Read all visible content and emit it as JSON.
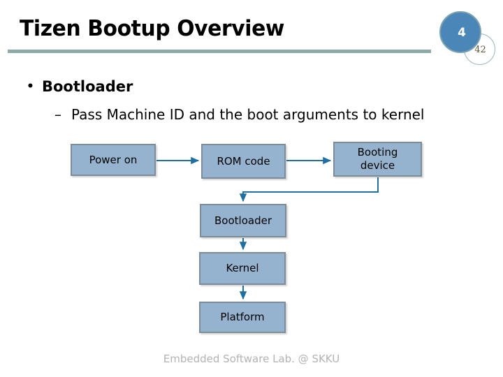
{
  "slide": {
    "title": "Tizen Bootup Overview",
    "accent_rule_color": "#8fa8a8",
    "background_color": "#ffffff"
  },
  "badge": {
    "large_number": "4",
    "small_number": "42",
    "large_color": "#4a86b8",
    "small_color": "#ffffff"
  },
  "bullets": {
    "level1": {
      "marker": "•",
      "text": "Bootloader"
    },
    "level2": {
      "marker": "–",
      "text": "Pass Machine ID and the boot arguments to kernel"
    }
  },
  "diagram": {
    "type": "flowchart",
    "node_fill": "#95b3ce",
    "node_border": "#7c8c99",
    "connector_color": "#1f6fa0",
    "nodes": [
      {
        "id": "power-on",
        "label": "Power on"
      },
      {
        "id": "rom-code",
        "label": "ROM code"
      },
      {
        "id": "booting",
        "label_line1": "Booting",
        "label_line2": "device"
      },
      {
        "id": "bootloader",
        "label": "Bootloader"
      },
      {
        "id": "kernel",
        "label": "Kernel"
      },
      {
        "id": "platform",
        "label": "Platform"
      }
    ],
    "edges": [
      {
        "from": "power-on",
        "to": "rom-code",
        "style": "straight-right"
      },
      {
        "from": "rom-code",
        "to": "booting",
        "style": "straight-right"
      },
      {
        "from": "booting",
        "to": "bootloader",
        "style": "elbow-down-left"
      },
      {
        "from": "bootloader",
        "to": "kernel",
        "style": "straight-down"
      },
      {
        "from": "kernel",
        "to": "platform",
        "style": "straight-down"
      }
    ]
  },
  "footer": {
    "text": "Embedded Software Lab. @ SKKU"
  }
}
